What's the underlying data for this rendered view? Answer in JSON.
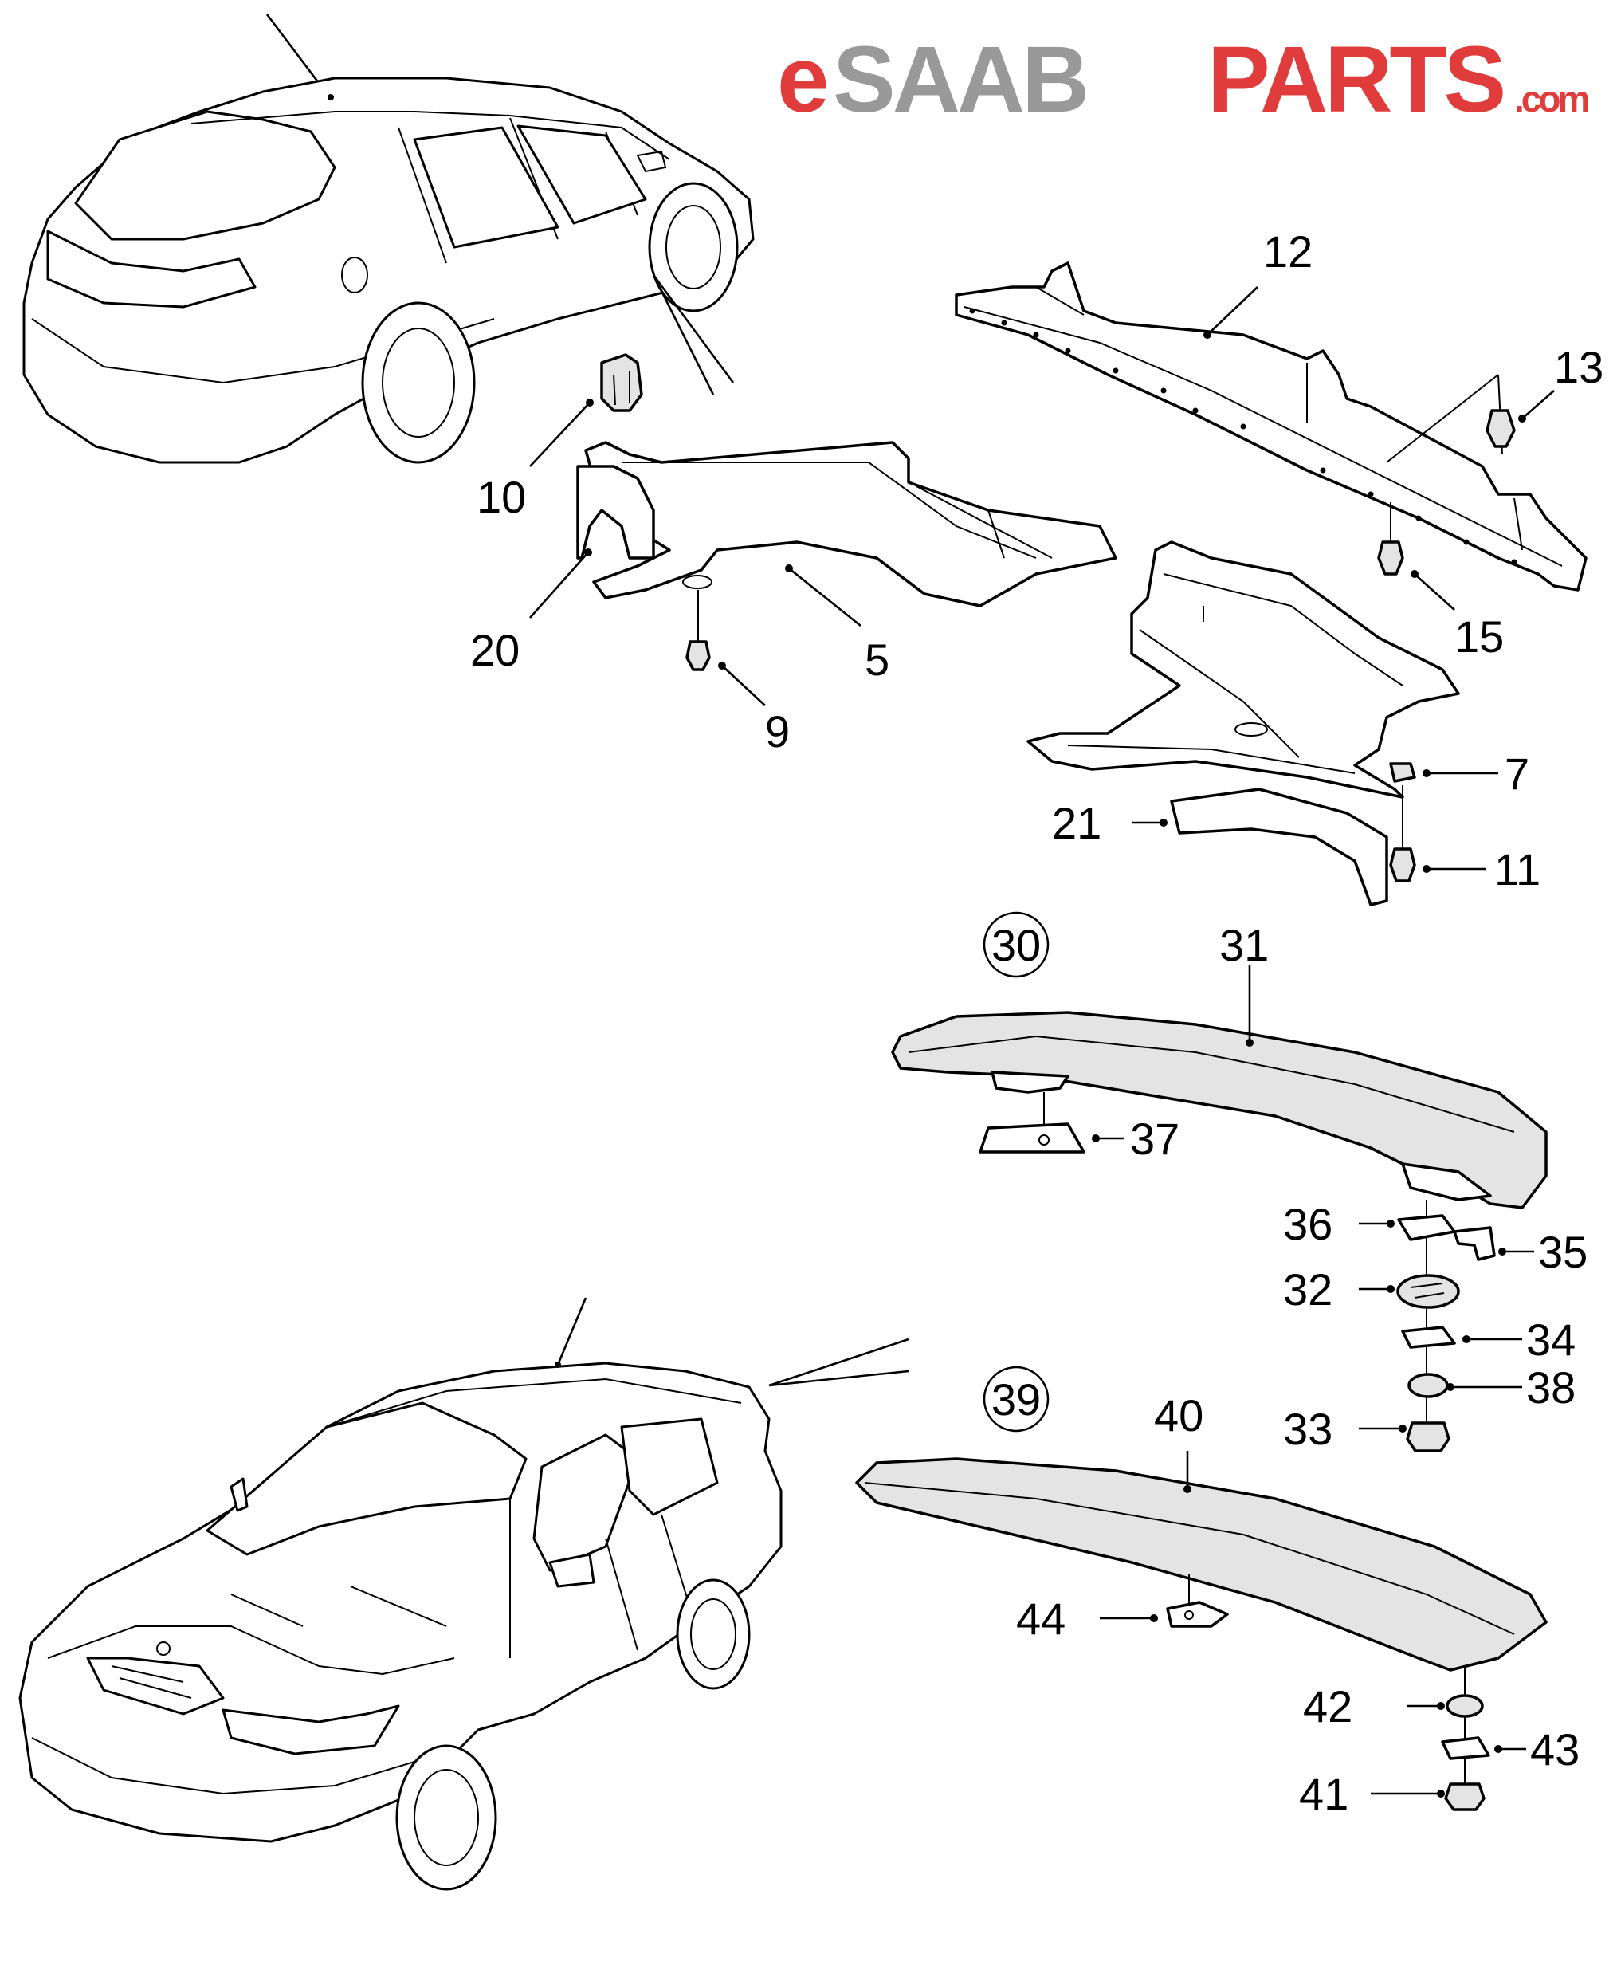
{
  "logo": {
    "prefix": "e",
    "brand": "SAAB",
    "suffix": "PARTS",
    "tld": ".com",
    "colors": {
      "prefix": "#e03c3c",
      "brand": "#999999",
      "suffix": "#e03c3c",
      "tld": "#e03c3c"
    }
  },
  "callouts": {
    "c5": "5",
    "c7": "7",
    "c9": "9",
    "c10": "10",
    "c11": "11",
    "c12": "12",
    "c13": "13",
    "c15": "15",
    "c20": "20",
    "c21": "21",
    "c30": "30",
    "c31": "31",
    "c32": "32",
    "c33": "33",
    "c34": "34",
    "c35": "35",
    "c36": "36",
    "c37": "37",
    "c38": "38",
    "c39": "39",
    "c40": "40",
    "c41": "41",
    "c42": "42",
    "c43": "43",
    "c44": "44"
  },
  "group_markers": [
    "30",
    "39"
  ],
  "icons": [
    "rear-car-icon",
    "front-car-icon"
  ]
}
